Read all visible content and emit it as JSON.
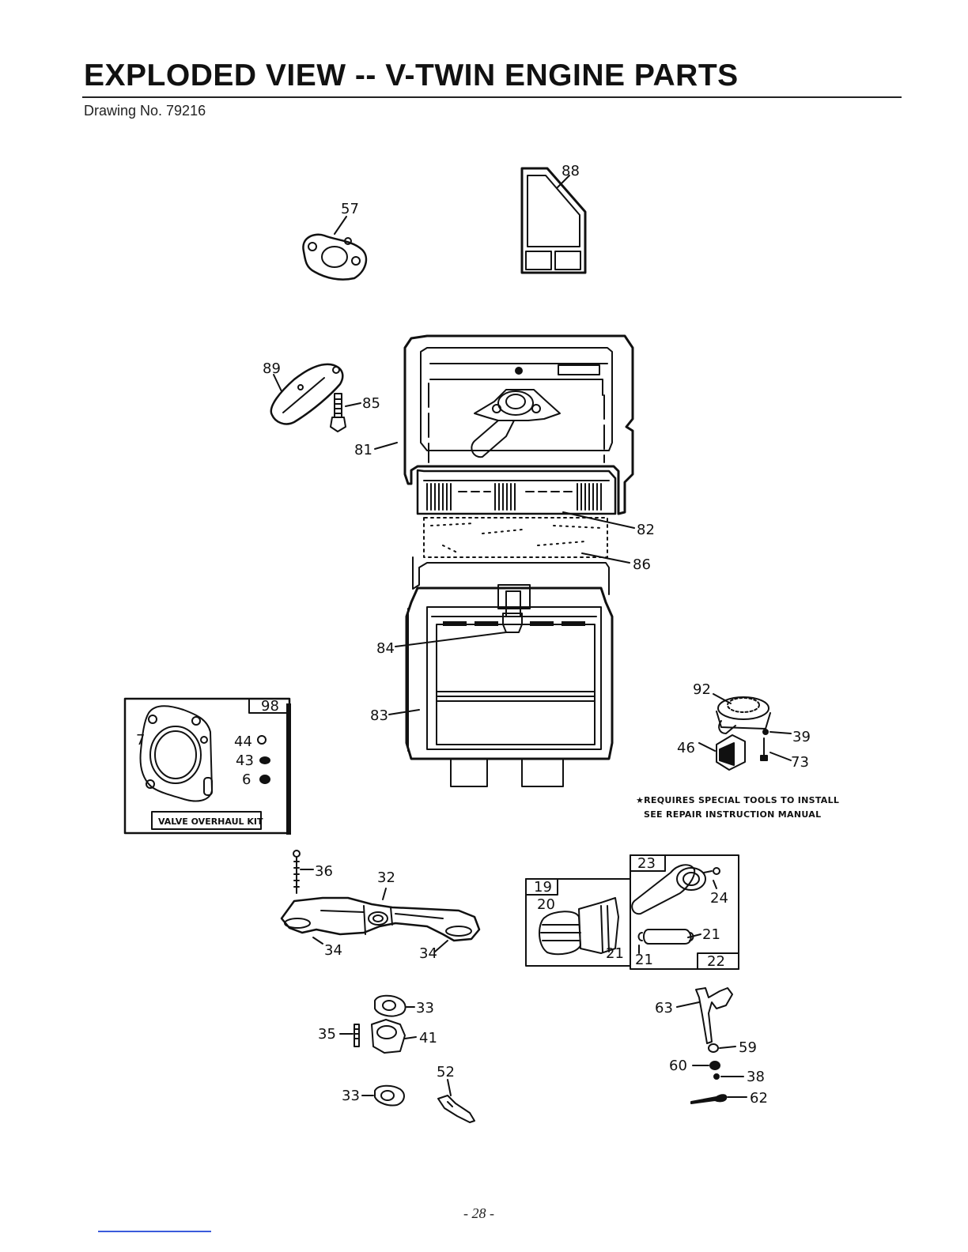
{
  "header": {
    "title": "EXPLODED VIEW -- V-TWIN ENGINE PARTS",
    "drawing_number": "Drawing No. 79216"
  },
  "labels": {
    "p88": "88",
    "p57": "57",
    "p89": "89",
    "p85": "85",
    "p81": "81",
    "p82": "82",
    "p86": "86",
    "p84": "84",
    "p83": "83",
    "p92": "92",
    "p39": "39",
    "p46": "46",
    "p73": "73",
    "p98": "98",
    "p7": "7",
    "p44": "44",
    "p43": "43",
    "p6": "6",
    "p36": "36",
    "p32": "32",
    "p34a": "34",
    "p34b": "34",
    "p23": "23",
    "p19": "19",
    "p20": "20",
    "p24": "24",
    "p21a": "21",
    "p21b": "21",
    "p21c": "21",
    "p22": "22",
    "p33a": "33",
    "p35": "35",
    "p41": "41",
    "p52": "52",
    "p33b": "33",
    "p63": "63",
    "p59": "59",
    "p60": "60",
    "p38": "38",
    "p62": "62"
  },
  "kit_label": "VALVE OVERHAUL KIT",
  "note": {
    "line1": "★REQUIRES SPECIAL TOOLS TO INSTALL",
    "line2": "SEE REPAIR INSTRUCTION MANUAL"
  },
  "footer": {
    "page": "- 28 -"
  }
}
